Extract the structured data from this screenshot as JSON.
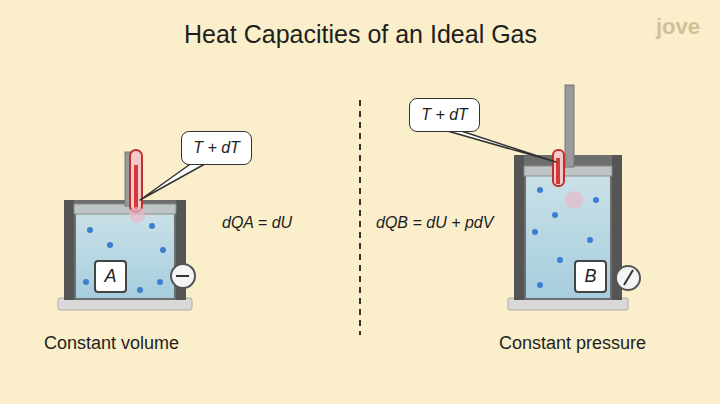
{
  "diagram": {
    "title": "Heat Capacities of an Ideal Gas",
    "nodes": [
      {
        "text": [
          "T + dT"
        ]
      },
      {
        "text": [
          "A"
        ]
      },
      {
        "text": [
          "T + dT"
        ]
      },
      {
        "text": [
          "B"
        ]
      }
    ],
    "labels": [
      "dQA = dU",
      "dQB = dU + pdV",
      "Constant volume",
      "Constant pressure",
      "jove"
    ]
  }
}
